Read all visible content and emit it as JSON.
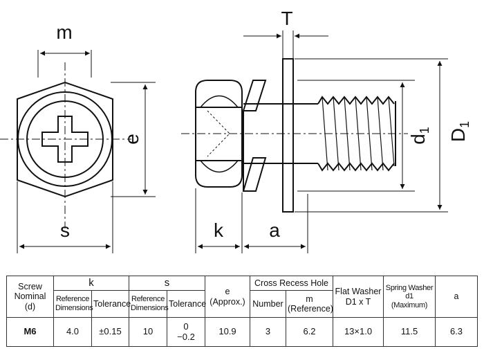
{
  "drawing": {
    "labels": {
      "m": "m",
      "e": "e",
      "s": "s",
      "k": "k",
      "a": "a",
      "T": "T",
      "d1": "d1",
      "D1": "D1"
    }
  },
  "table": {
    "headers": {
      "screw_nominal": [
        "Screw",
        "Nominal",
        "(d)"
      ],
      "k": "k",
      "s": "s",
      "e": [
        "e",
        "(Approx.)"
      ],
      "cross_recess": "Cross Recess Hole",
      "flat_washer": [
        "Flat Washer",
        "D1 x T"
      ],
      "spring_washer": [
        "Spring Washer",
        "d1",
        "(Maximum)"
      ],
      "a": "a",
      "reference_dimensions": [
        "Reference",
        "Dimensions"
      ],
      "tolerance": "Tolerance",
      "number": "Number",
      "m_reference": [
        "m",
        "(Reference)"
      ]
    },
    "row": {
      "nominal": "M6",
      "k_ref": "4.0",
      "k_tol": "±0.15",
      "s_ref": "10",
      "s_tol": [
        "0",
        "−0.2"
      ],
      "e": "10.9",
      "number": "3",
      "m": "6.2",
      "flat_washer": "13×1.0",
      "spring_washer": "11.5",
      "a": "6.3"
    }
  }
}
